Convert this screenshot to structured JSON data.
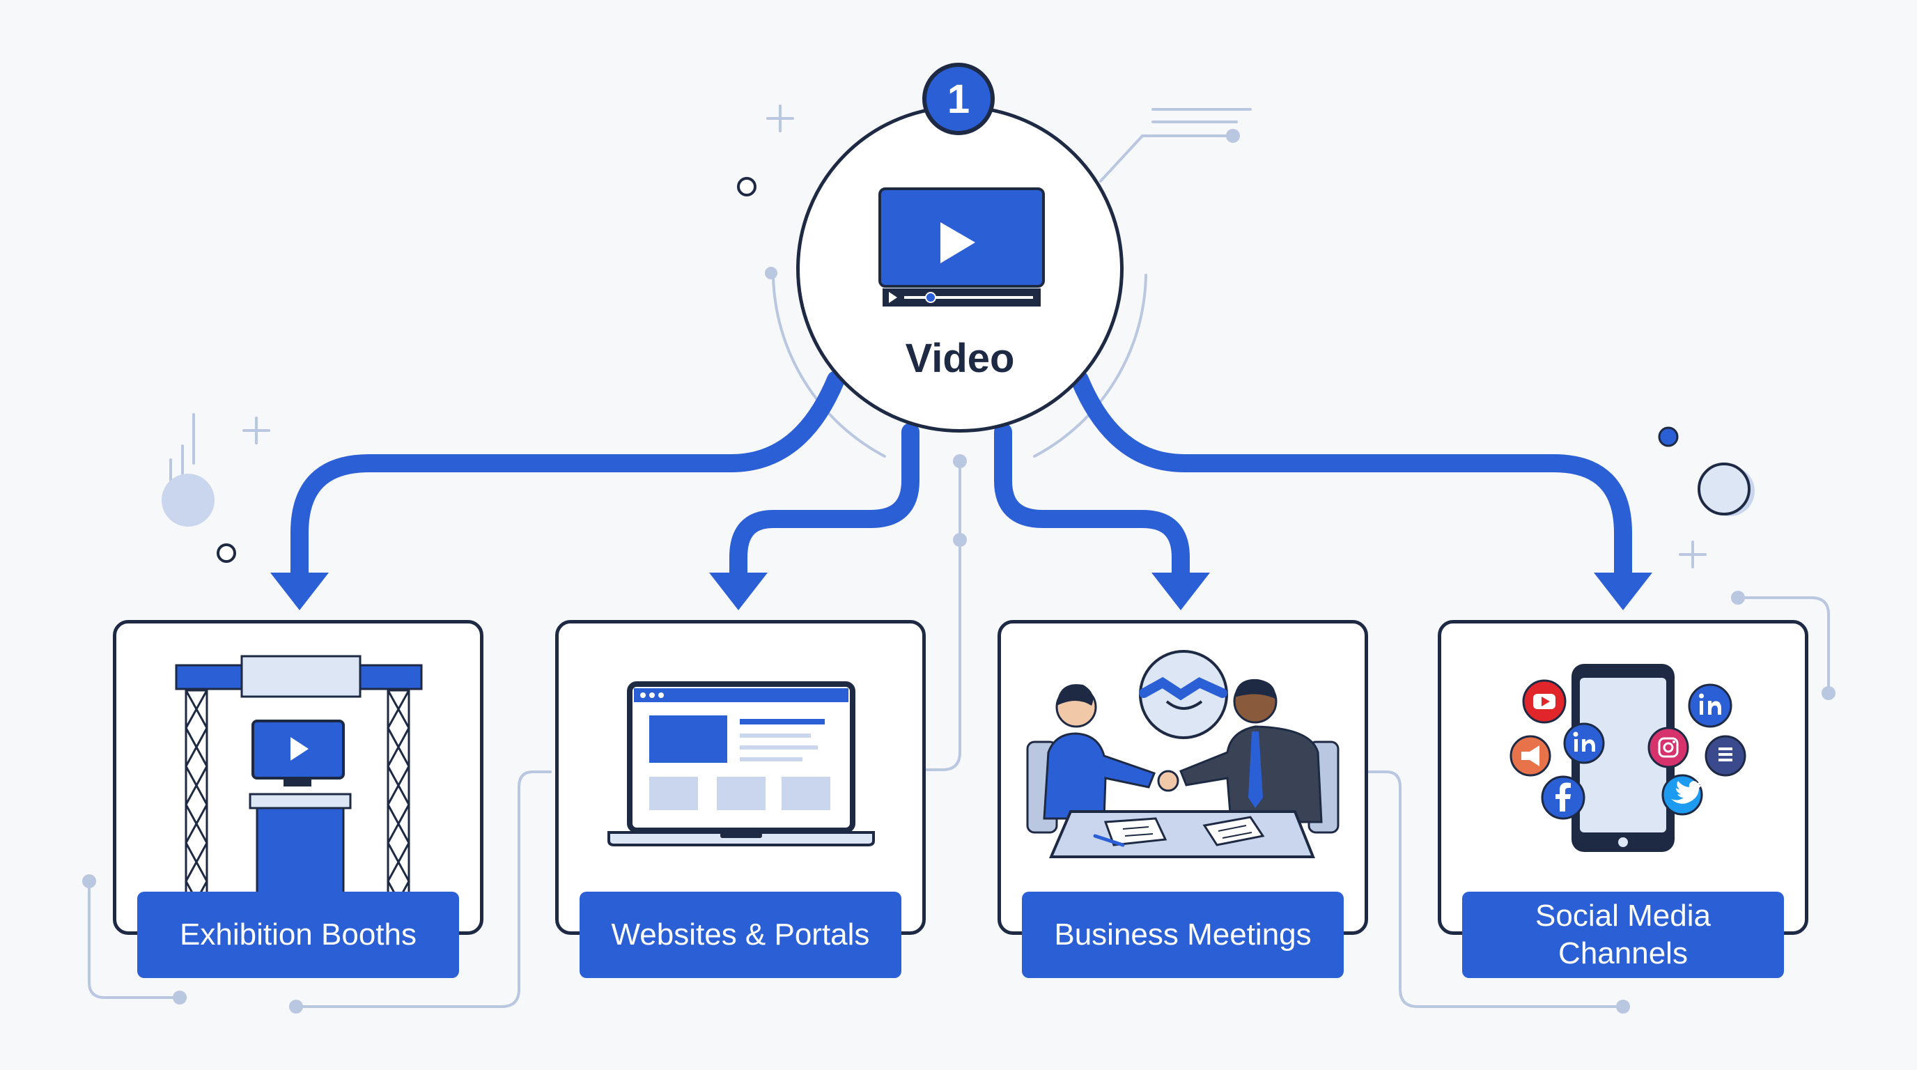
{
  "center": {
    "badge": "1",
    "title": "Video",
    "icon": "video-player-icon"
  },
  "channels": [
    {
      "label": "Exhibition Booths",
      "icon": "exhibition-booth-icon"
    },
    {
      "label": "Websites & Portals",
      "icon": "laptop-website-icon"
    },
    {
      "label": "Business Meetings",
      "icon": "business-handshake-icon"
    },
    {
      "label": "Social Media Channels",
      "icon": "smartphone-social-icon"
    }
  ],
  "social_icons": [
    "youtube-icon",
    "linkedin-icon",
    "instagram-icon",
    "facebook-icon",
    "twitter-icon",
    "megaphone-icon",
    "slack-icon"
  ],
  "colors": {
    "accent": "#2b5fd6",
    "outline": "#1e2a44",
    "decor": "#b9c7e0",
    "background": "#f7f8fa"
  }
}
